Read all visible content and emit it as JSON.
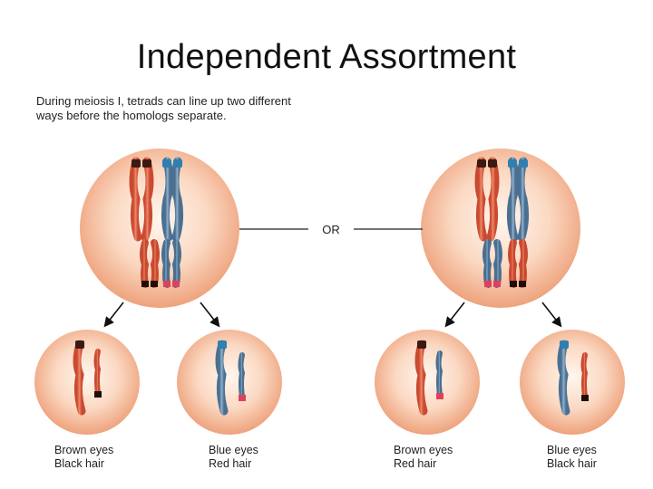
{
  "title": "Independent Assortment",
  "intro": {
    "line1": "During meiosis I, tetrads can line up two different",
    "line2": "ways before the homologs separate."
  },
  "or_label": "OR",
  "outcomes": [
    {
      "line1": "Brown eyes",
      "line2": "Black hair"
    },
    {
      "line1": "Blue eyes",
      "line2": "Red hair"
    },
    {
      "line1": "Brown eyes",
      "line2": "Red hair"
    },
    {
      "line1": "Blue eyes",
      "line2": "Black hair"
    }
  ],
  "colors": {
    "red_chromosome": "#e06a4c",
    "blue_chromosome": "#5f86a6",
    "cell_center": "#fff4ea",
    "cell_edge": "#f0a884"
  }
}
